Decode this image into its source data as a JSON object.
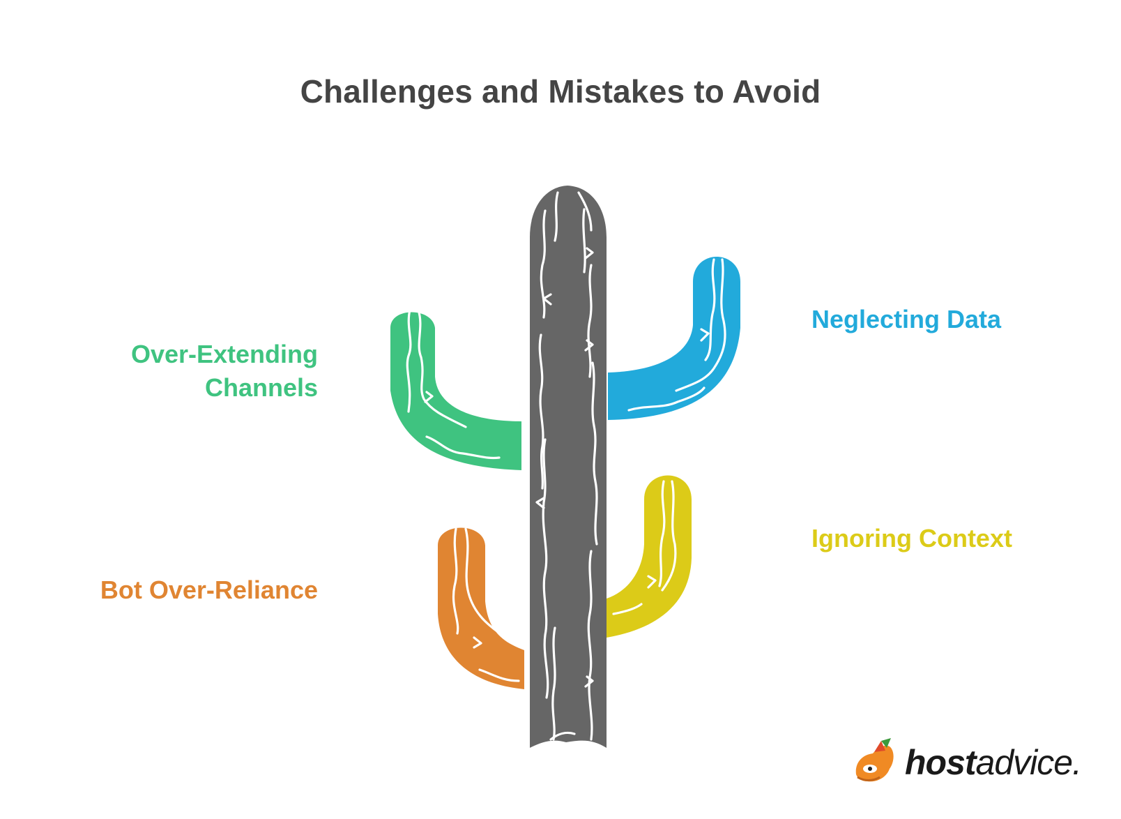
{
  "title": "Challenges and Mistakes to Avoid",
  "items": [
    {
      "label_lines": [
        "Over-Extending",
        "Channels"
      ],
      "color": "#3fc380",
      "side": "left"
    },
    {
      "label": "Bot Over-Reliance",
      "color": "#e08532",
      "side": "left"
    },
    {
      "label": "Neglecting Data",
      "color": "#22aadb",
      "side": "right"
    },
    {
      "label": "Ignoring Context",
      "color": "#dccb18",
      "side": "right"
    }
  ],
  "trunk_color": "#666666",
  "logo": {
    "bold": "host",
    "light": "advice."
  }
}
